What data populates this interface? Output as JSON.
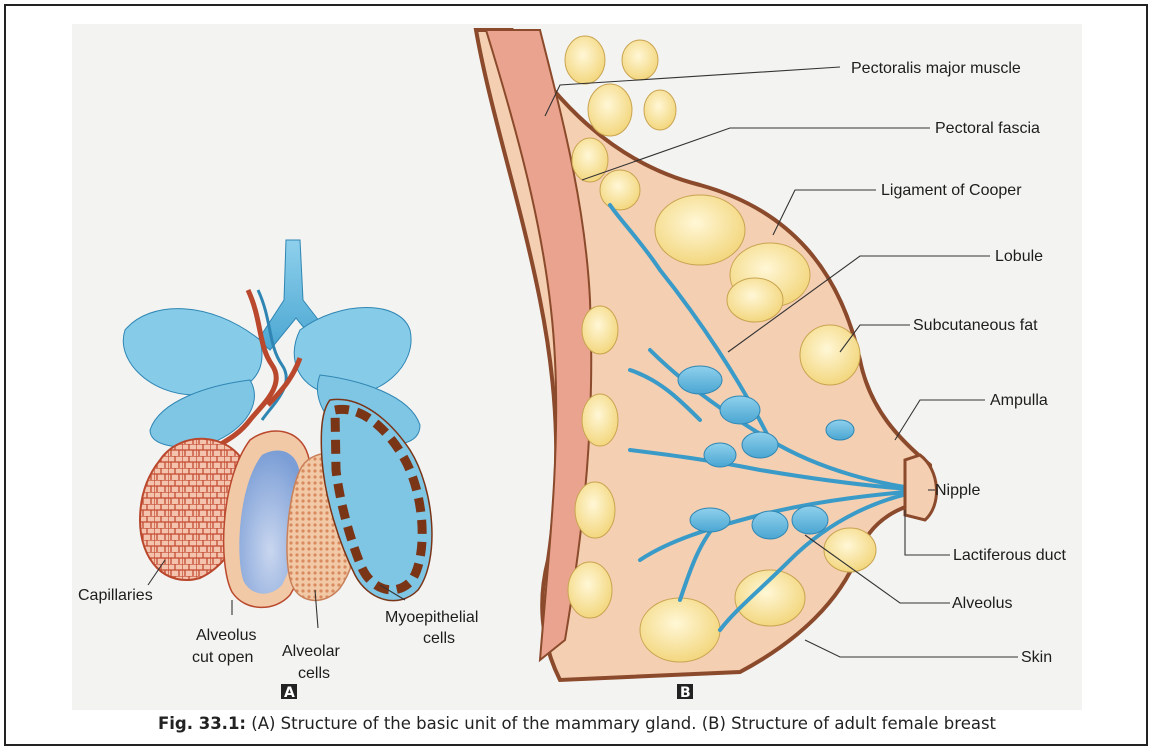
{
  "panels": {
    "a": "A",
    "b": "B"
  },
  "labels_a": {
    "capillaries": "Capillaries",
    "alveolus_cut_open_1": "Alveolus",
    "alveolus_cut_open_2": "cut open",
    "alveolar_cells_1": "Alveolar",
    "alveolar_cells_2": "cells",
    "myoepithelial_1": "Myoepithelial",
    "myoepithelial_2": "cells"
  },
  "labels_b": {
    "pectoralis": "Pectoralis major muscle",
    "pectoral_fascia": "Pectoral fascia",
    "cooper": "Ligament of Cooper",
    "lobule": "Lobule",
    "subcutaneous_fat": "Subcutaneous fat",
    "ampulla": "Ampulla",
    "nipple": "Nipple",
    "lactiferous": "Lactiferous duct",
    "alveolus": "Alveolus",
    "skin": "Skin"
  },
  "caption": {
    "fig": "Fig. 33.1:",
    "text": " (A) Structure of the basic unit of the mammary gland.  (B) Structure of adult female breast"
  },
  "colors": {
    "duct_blue": "#5fb6d9",
    "fat_yellow": "#fbeaa8",
    "muscle": "#e9a38e",
    "tissue": "#f4cfb2",
    "outline_brown": "#8b4a2b",
    "vessel_red": "#b9482d"
  }
}
